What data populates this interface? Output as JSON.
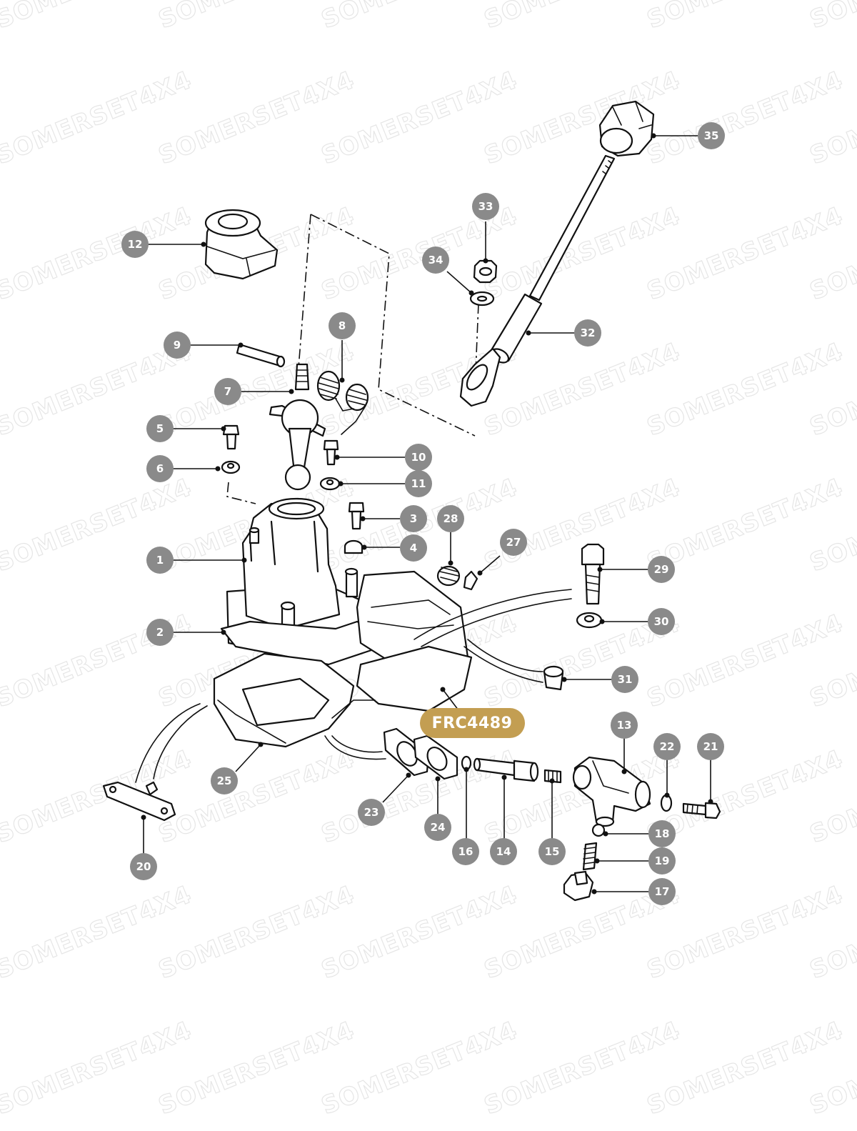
{
  "watermark": "SOMERSET4X4",
  "part_reference": "FRC4489",
  "colors": {
    "callout": "#8a8a8a",
    "badge": "#c39e52",
    "line": "#111111"
  },
  "callouts": [
    "1",
    "2",
    "3",
    "4",
    "5",
    "6",
    "7",
    "8",
    "9",
    "10",
    "11",
    "12",
    "13",
    "14",
    "15",
    "16",
    "17",
    "18",
    "19",
    "20",
    "21",
    "22",
    "23",
    "24",
    "25",
    "27",
    "28",
    "29",
    "30",
    "31",
    "32",
    "33",
    "34",
    "35"
  ]
}
